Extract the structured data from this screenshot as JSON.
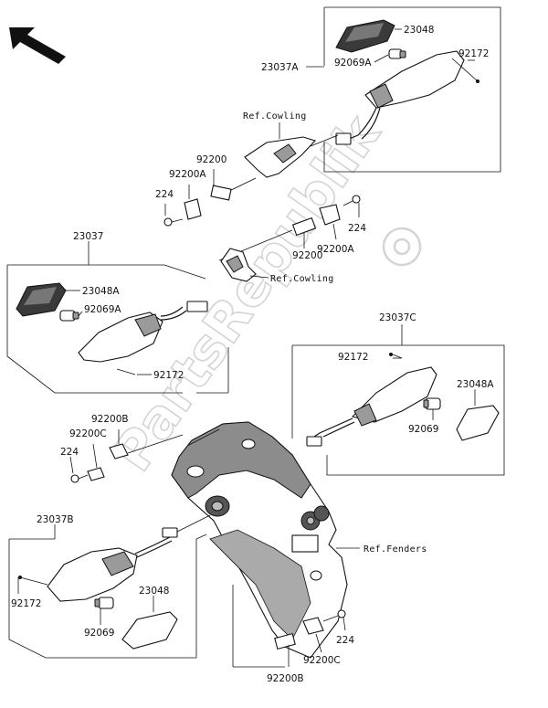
{
  "watermark": "PartsRepublik",
  "direction_arrow": "arrow-up-left-icon",
  "labels": {
    "p23048_top": "23048",
    "p92069A_top": "92069A",
    "p92172_top": "92172",
    "p23037A": "23037A",
    "ref_cowling_top": "Ref.Cowling",
    "p92200_left": "92200",
    "p92200A_left": "92200A",
    "p224_left": "224",
    "p224_right": "224",
    "p92200_mid": "92200",
    "p92200A_mid": "92200A",
    "p23037": "23037",
    "p23048A_left": "23048A",
    "p92069A_left": "92069A",
    "ref_cowling_mid": "Ref.Cowling",
    "p92172_left": "92172",
    "p23037C": "23037C",
    "p92172_right": "92172",
    "p23048A_right": "23048A",
    "p92069_right": "92069",
    "p92200B_top": "92200B",
    "p92200C_top": "92200C",
    "p224_lower": "224",
    "ref_fenders": "Ref.Fenders",
    "p23037B": "23037B",
    "p92172_bl": "92172",
    "p23048_bl": "23048",
    "p92069_bl": "92069",
    "p224_br": "224",
    "p92200C_br": "92200C",
    "p92200B_br": "92200B"
  }
}
